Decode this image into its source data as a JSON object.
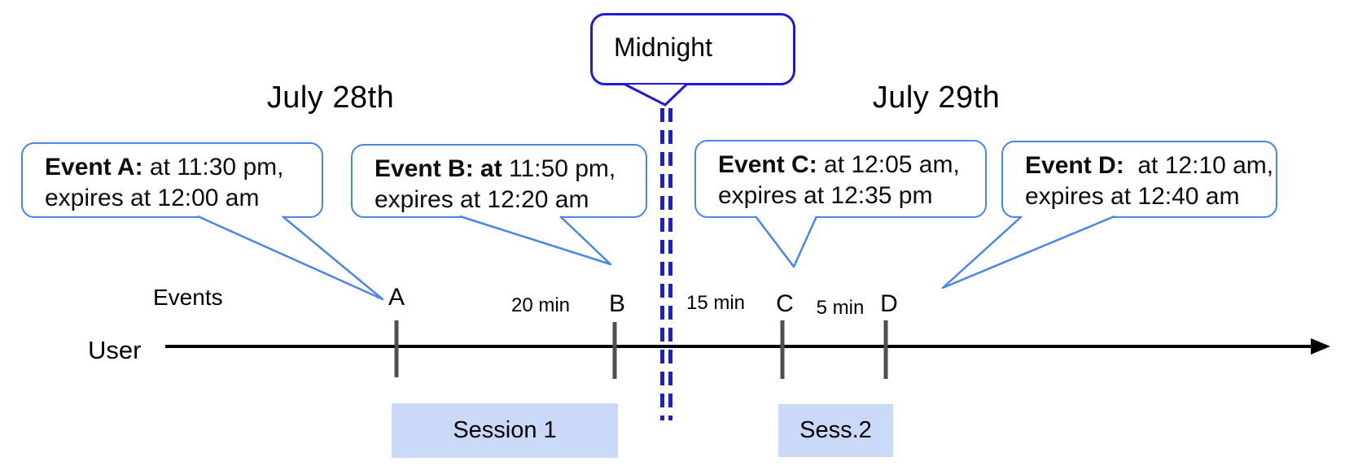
{
  "dates": {
    "left": "July 28th",
    "right": "July 29th"
  },
  "midnight": {
    "label": "Midnight"
  },
  "events": [
    {
      "label": "A",
      "bold": "Event A:",
      "rest": " at 11:30 pm,",
      "line2": "expires at 12:00 am"
    },
    {
      "label": "B",
      "bold": "Event B: at",
      "rest": " 11:50 pm,",
      "line2": "expires at 12:20 am"
    },
    {
      "label": "C",
      "bold": "Event C:",
      "rest": " at 12:05 am,",
      "line2": "expires at 12:35 pm"
    },
    {
      "label": "D",
      "bold": "Event D:",
      "rest": "  at 12:10 am,",
      "line2": "expires at 12:40 am"
    }
  ],
  "timeline": {
    "axis_label_top": "Events",
    "axis_label_left": "User",
    "markers": [
      "A",
      "B",
      "C",
      "D"
    ],
    "gaps": [
      "20 min",
      "15 min",
      "5 min"
    ]
  },
  "sessions": [
    {
      "label": "Session 1"
    },
    {
      "label": "Sess.2"
    }
  ],
  "colors": {
    "event_callout_border": "#4a86e8",
    "midnight_blue": "#1b1bd9",
    "dashed_line_blue": "#1c1cdb",
    "session_fill": "#c9d9f7",
    "tick_gray": "#4f4f4f",
    "axis_black": "#000000"
  }
}
